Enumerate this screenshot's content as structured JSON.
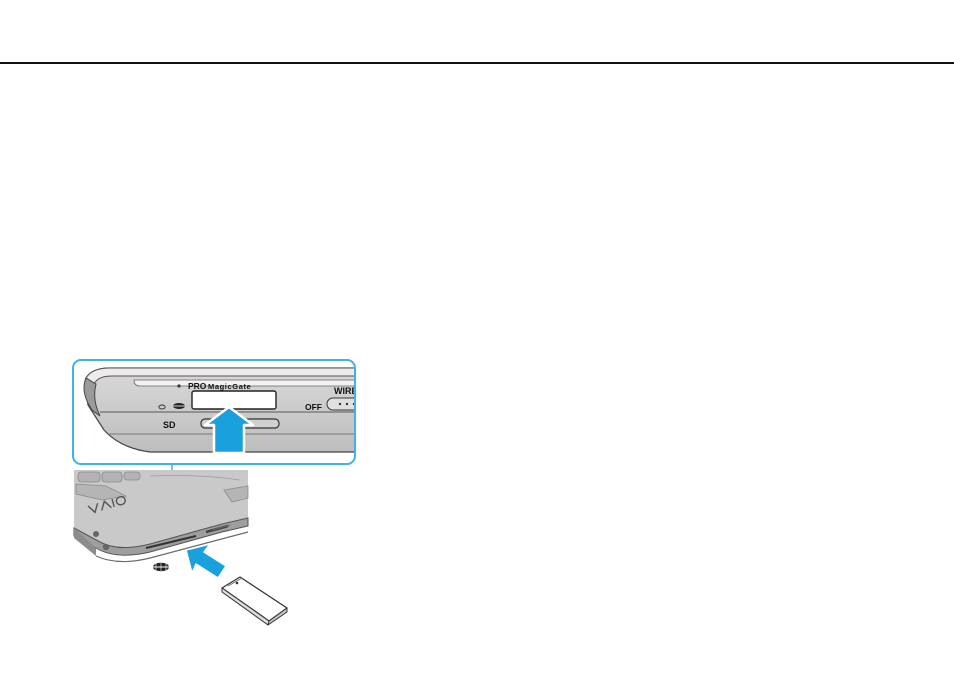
{
  "figure": {
    "slot_labels": {
      "pro": "PRO",
      "magicgate": "MagicGate",
      "wireless": "WIRE",
      "off": "OFF",
      "sd": "SD"
    },
    "logo_text": "VAIO",
    "colors": {
      "accent_blue": "#1aa0dc",
      "callout_border": "#3fb3e3",
      "device_gray": "#c8c8c8",
      "device_dark": "#7a7a7a",
      "rule": "#111111"
    },
    "icons": [
      "memory-stick-icon",
      "insert-arrow-icon"
    ]
  }
}
